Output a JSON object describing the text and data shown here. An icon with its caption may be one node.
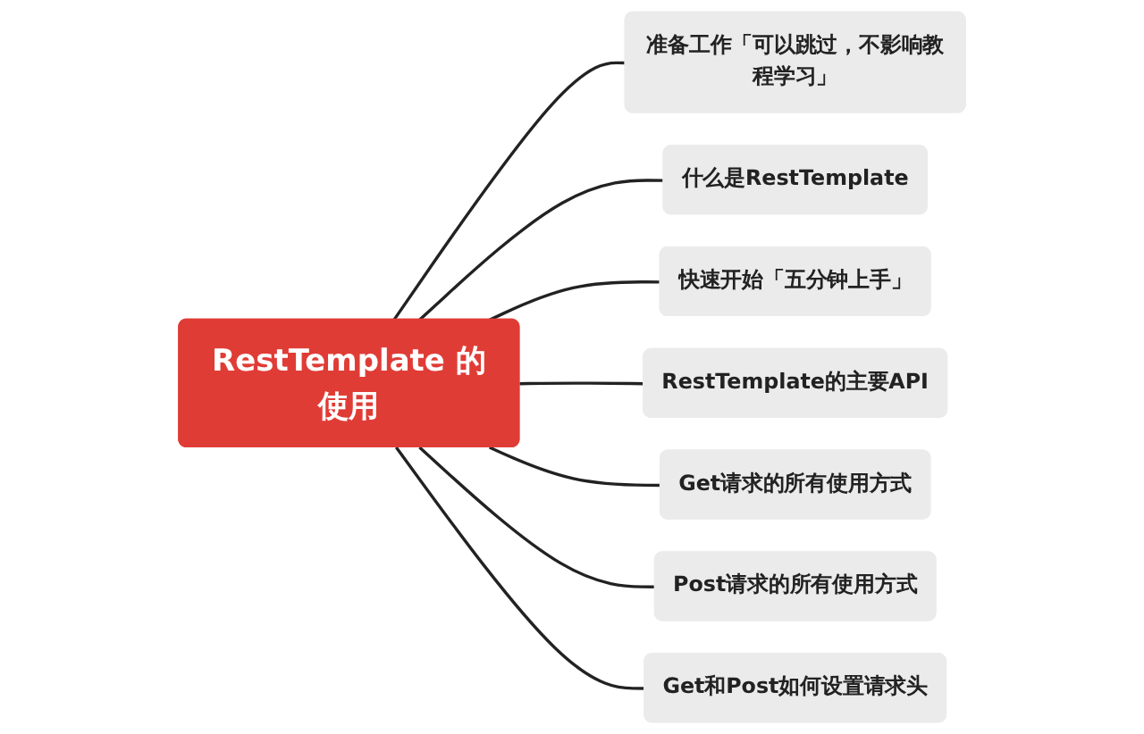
{
  "diagram": {
    "nodes": [
      {
        "text": [
          "RestTemplate 的使用"
        ]
      },
      {
        "text": [
          "准备工作「可以跳过，不影响教程学习」"
        ]
      },
      {
        "text": [
          "什么是RestTemplate"
        ]
      },
      {
        "text": [
          "快速开始「五分钟上手」"
        ]
      },
      {
        "text": [
          "RestTemplate的主要API"
        ]
      },
      {
        "text": [
          "Get请求的所有使用方式"
        ]
      },
      {
        "text": [
          "Post请求的所有使用方式"
        ]
      },
      {
        "text": [
          "Get和Post如何设置请求头"
        ]
      }
    ],
    "edges": [
      {
        "from": 0,
        "to": 1,
        "arrow": "none"
      },
      {
        "from": 0,
        "to": 2,
        "arrow": "none"
      },
      {
        "from": 0,
        "to": 3,
        "arrow": "none"
      },
      {
        "from": 0,
        "to": 4,
        "arrow": "none"
      },
      {
        "from": 0,
        "to": 5,
        "arrow": "none"
      },
      {
        "from": 0,
        "to": 6,
        "arrow": "none"
      },
      {
        "from": 0,
        "to": 7,
        "arrow": "none"
      }
    ]
  }
}
